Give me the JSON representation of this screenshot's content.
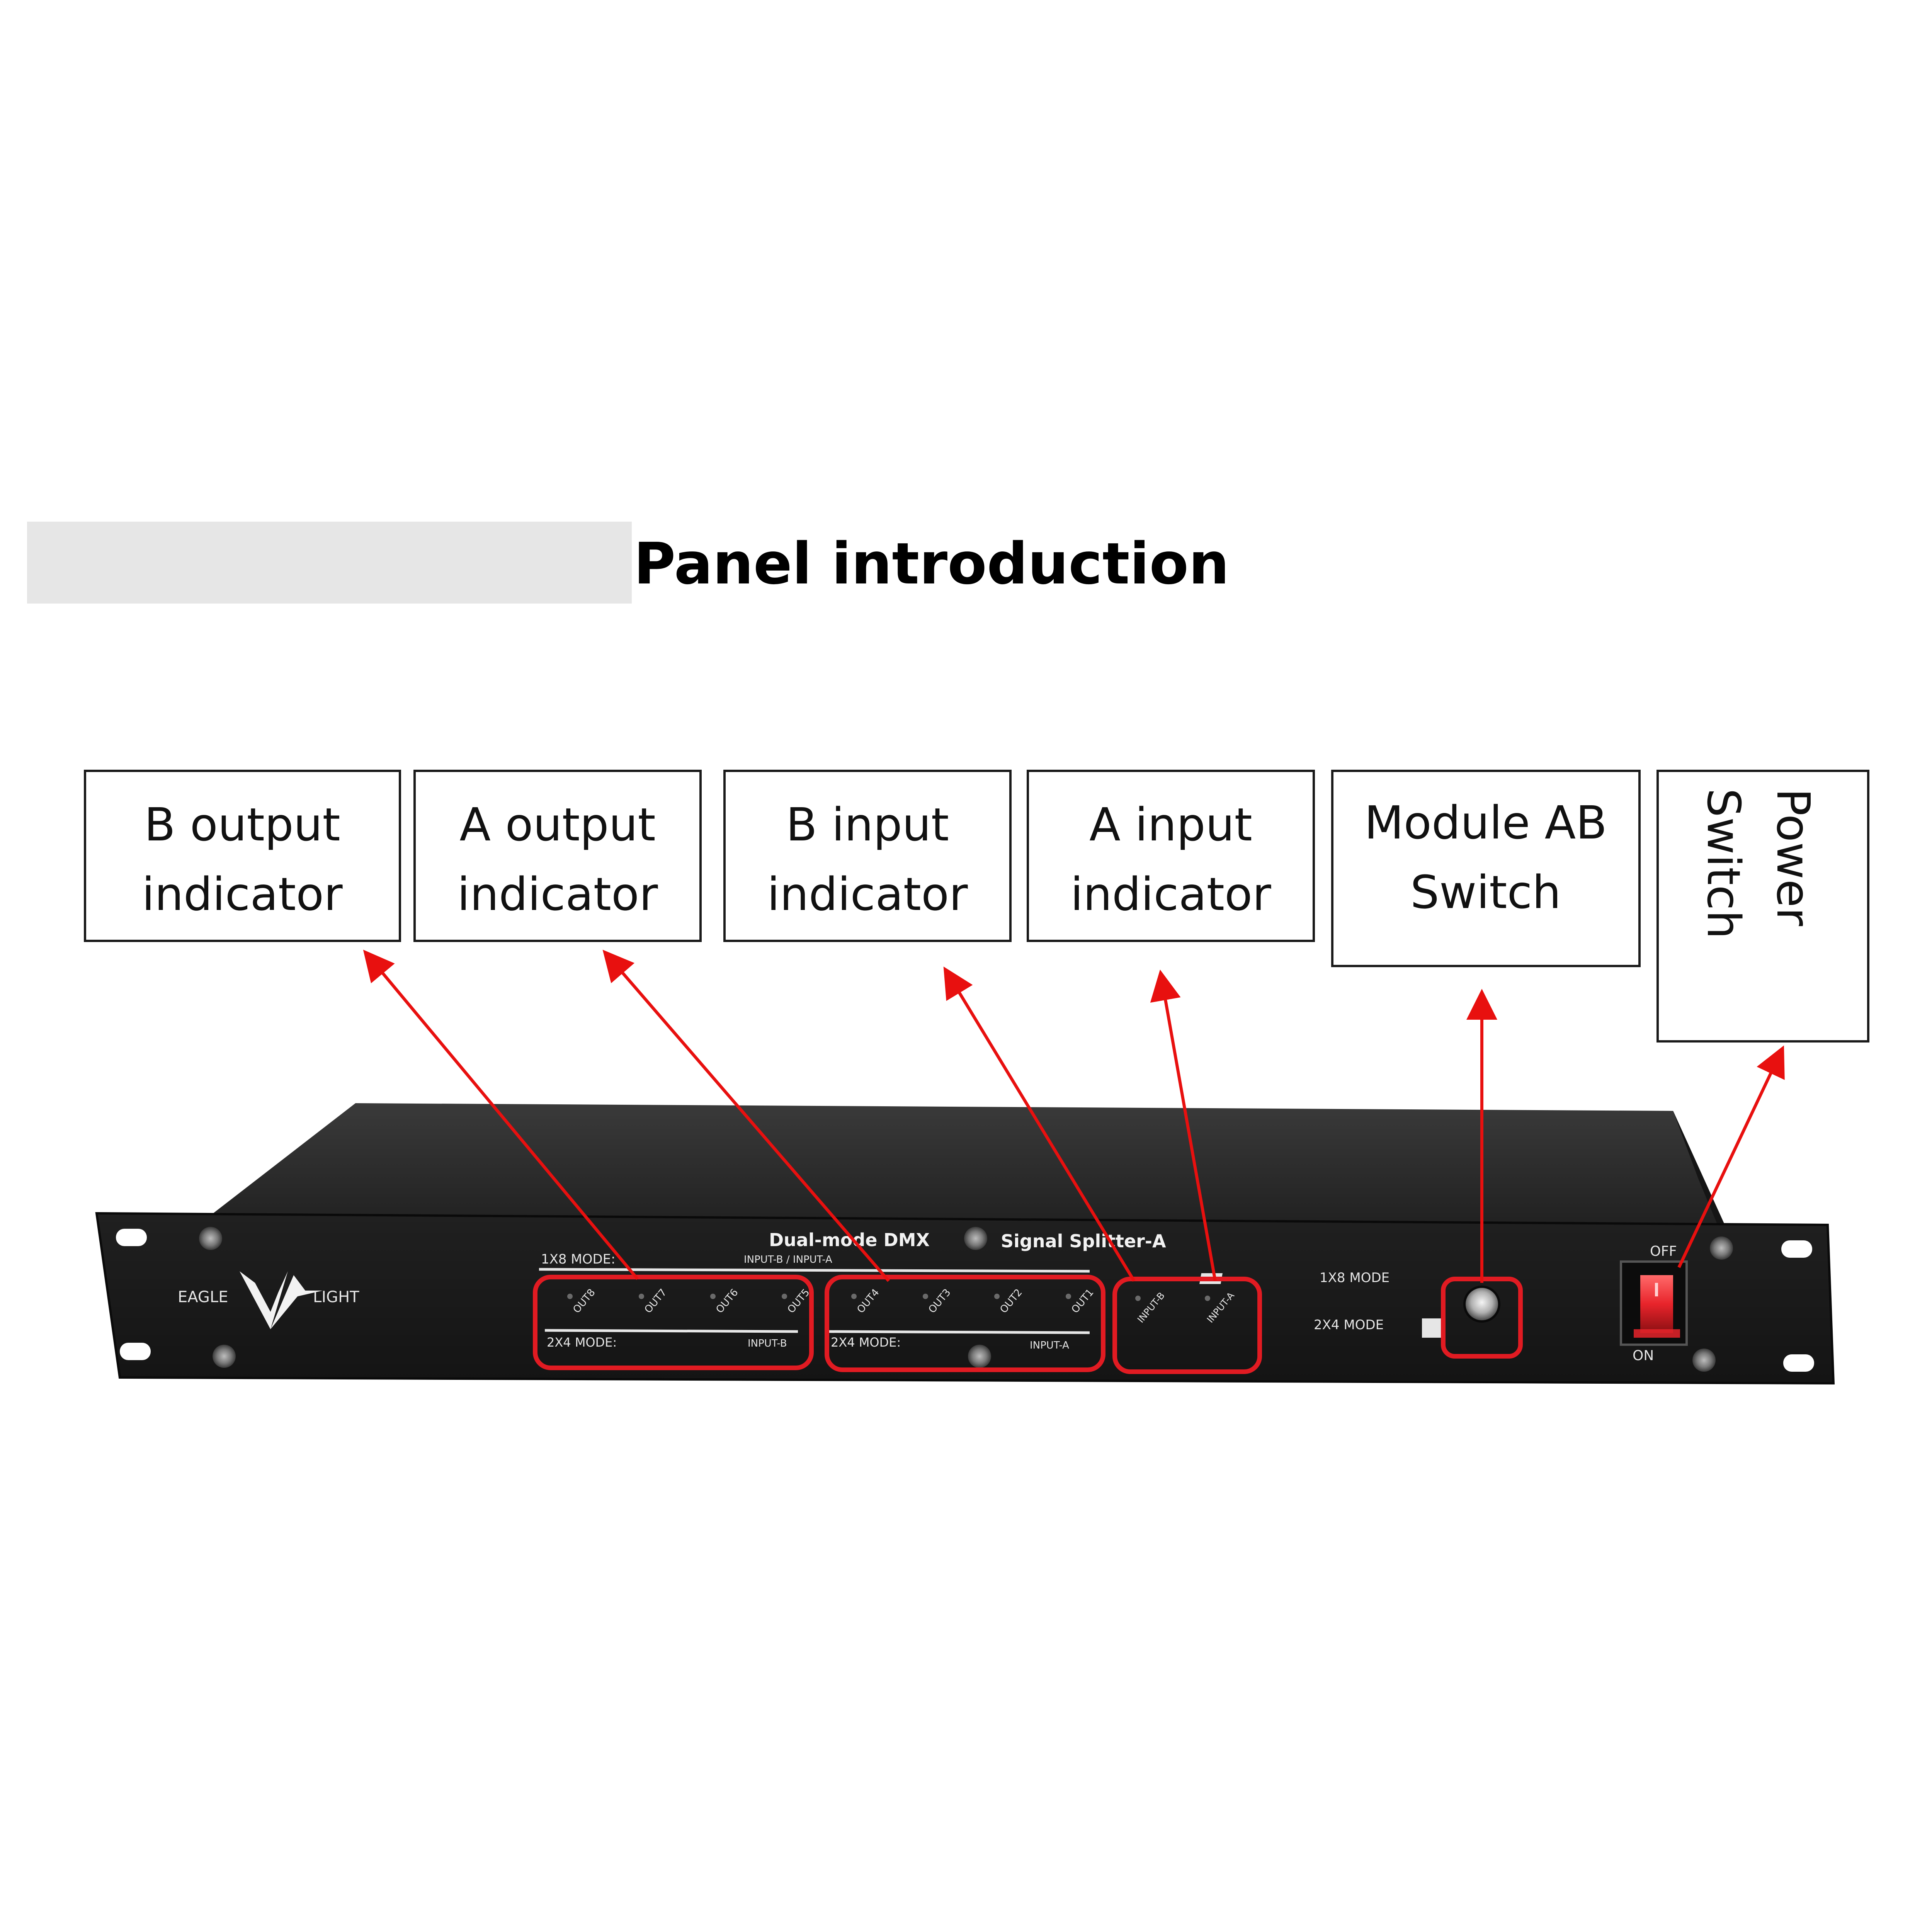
{
  "title": "Panel introduction",
  "callouts": [
    {
      "id": "b-output",
      "lines": [
        "B output",
        "indicator"
      ]
    },
    {
      "id": "a-output",
      "lines": [
        "A output",
        "indicator"
      ]
    },
    {
      "id": "b-input",
      "lines": [
        "B input",
        "indicator"
      ]
    },
    {
      "id": "a-input",
      "lines": [
        "A input",
        "indicator"
      ]
    },
    {
      "id": "module-switch",
      "lines": [
        "Module AB",
        "Switch"
      ]
    },
    {
      "id": "power-switch",
      "lines": [
        "Power",
        "Switch"
      ]
    }
  ],
  "device": {
    "title_left": "Dual-mode DMX",
    "title_right": "Signal Splitter-A",
    "logo_left": "EAGLE",
    "logo_right": "LIGHT",
    "mode_1x8": "1X8 MODE:",
    "mode_2x4": "2X4 MODE:",
    "input_b_a": "INPUT-B / INPUT-A",
    "input_b_lbl": "INPUT-B",
    "input_a_lbl": "INPUT-A",
    "b_outputs": [
      "OUT8",
      "OUT7",
      "OUT6",
      "OUT5"
    ],
    "a_outputs": [
      "OUT4",
      "OUT3",
      "OUT2",
      "OUT1"
    ],
    "inputs": [
      "INPUT-B",
      "INPUT-A"
    ],
    "switch_mode_1x8": "1X8 MODE",
    "switch_mode_2x4": "2X4 MODE",
    "power_off": "OFF",
    "power_on": "ON"
  },
  "colors": {
    "arrow": "#e8100f",
    "highlight": "#e11b22",
    "device_face": "#1a1a1a",
    "device_top": "#2c2c2c",
    "power_rocker": "#e8242b",
    "title_bar": "#e6e6e6"
  }
}
